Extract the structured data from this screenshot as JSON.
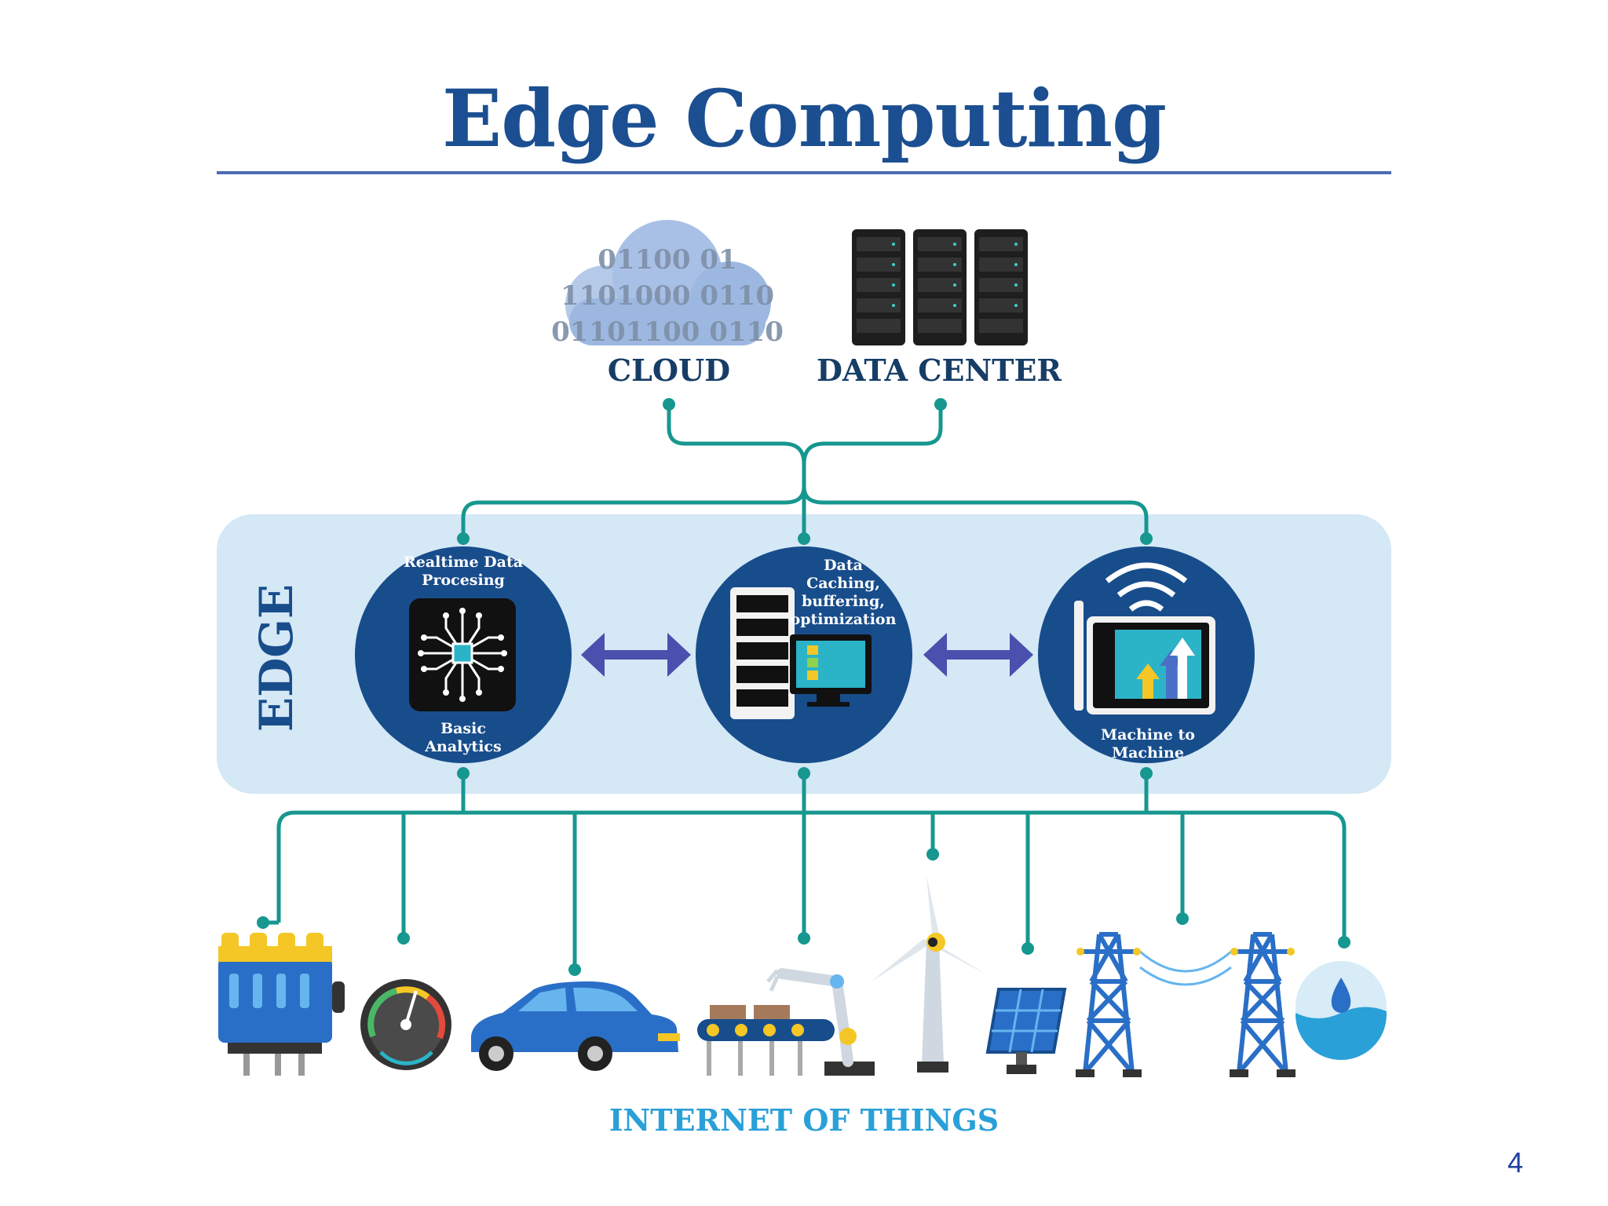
{
  "title": "Edge Computing",
  "page_number": "4",
  "top_nodes": {
    "cloud": {
      "label": "CLOUD",
      "binary_lines": [
        "01100 01",
        "1101000 0110",
        "01101100 0110"
      ]
    },
    "data_center": {
      "label": "DATA CENTER"
    }
  },
  "edge": {
    "label": "EDGE",
    "nodes": [
      {
        "top_text": [
          "Realtime Data",
          "Procesing"
        ],
        "bottom_text": [
          "Basic",
          "Analytics"
        ],
        "icon": "cpu-chip-icon"
      },
      {
        "top_text": [
          "Data",
          "Caching,",
          "buffering,",
          "optimization"
        ],
        "icon": "server-monitor-icon"
      },
      {
        "bottom_text": [
          "Machine to",
          "Machine"
        ],
        "icon": "wireless-tablet-icon"
      }
    ]
  },
  "iot": {
    "label": "INTERNET OF THINGS",
    "devices": [
      "engine-icon",
      "gauge-icon",
      "car-icon",
      "robot-arm-conveyor-icon",
      "wind-turbine-icon",
      "solar-panel-icon",
      "power-towers-icon",
      "water-drop-icon"
    ]
  },
  "colors": {
    "title": "#1b4f91",
    "rule": "#4e6db3",
    "connector": "#16978f",
    "edge_band": "#d4e8f5",
    "edge_circle": "#184d8c",
    "arrow": "#4b4fad",
    "iot_label": "#2aa0d8",
    "node_label": "#163d66"
  }
}
